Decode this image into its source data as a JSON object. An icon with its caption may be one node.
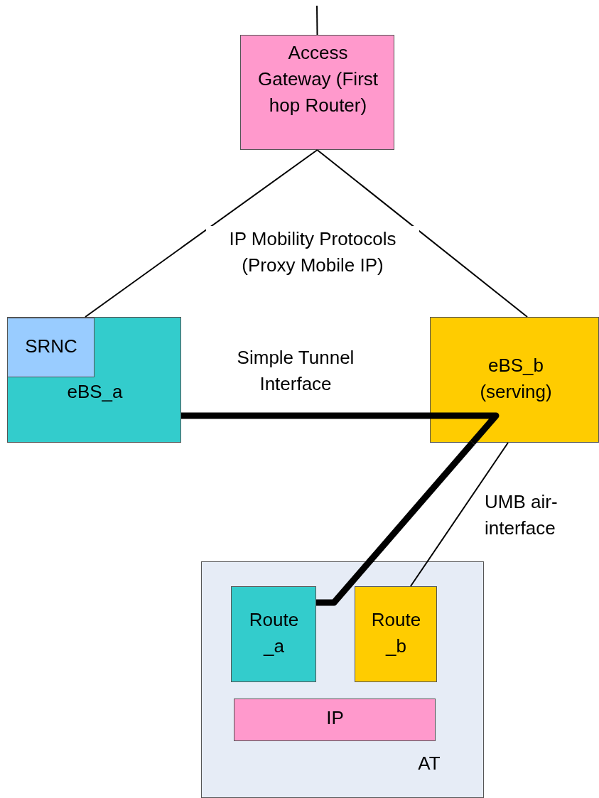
{
  "diagram": {
    "nodes": [
      {
        "text": [
          "Access Gateway (First hop Router)"
        ]
      },
      {
        "text": [
          "eBS_a"
        ]
      },
      {
        "text": [
          "SRNC"
        ],
        "in": 1
      },
      {
        "text": [
          "eBS_b (serving)"
        ]
      },
      {
        "text": [
          "AT"
        ]
      },
      {
        "text": [
          "Route _a"
        ],
        "in": 4
      },
      {
        "text": [
          "Route _b"
        ],
        "in": 4
      },
      {
        "text": [
          "IP"
        ],
        "in": 4
      }
    ],
    "edges": [
      {
        "from": null,
        "to": 0,
        "arrow": "none"
      },
      {
        "from": 0,
        "to": 1,
        "arrow": "none"
      },
      {
        "from": 0,
        "to": 3,
        "arrow": "none"
      },
      {
        "from": 1,
        "to": 3,
        "arrow": "none",
        "style": "thick",
        "label": "Simple Tunnel Interface"
      },
      {
        "from": 3,
        "to": 5,
        "arrow": "none",
        "style": "thick"
      },
      {
        "from": 3,
        "to": 6,
        "arrow": "none",
        "label": "UMB air-interface"
      }
    ],
    "labels": [
      "IP Mobility Protocols (Proxy Mobile IP)"
    ]
  }
}
